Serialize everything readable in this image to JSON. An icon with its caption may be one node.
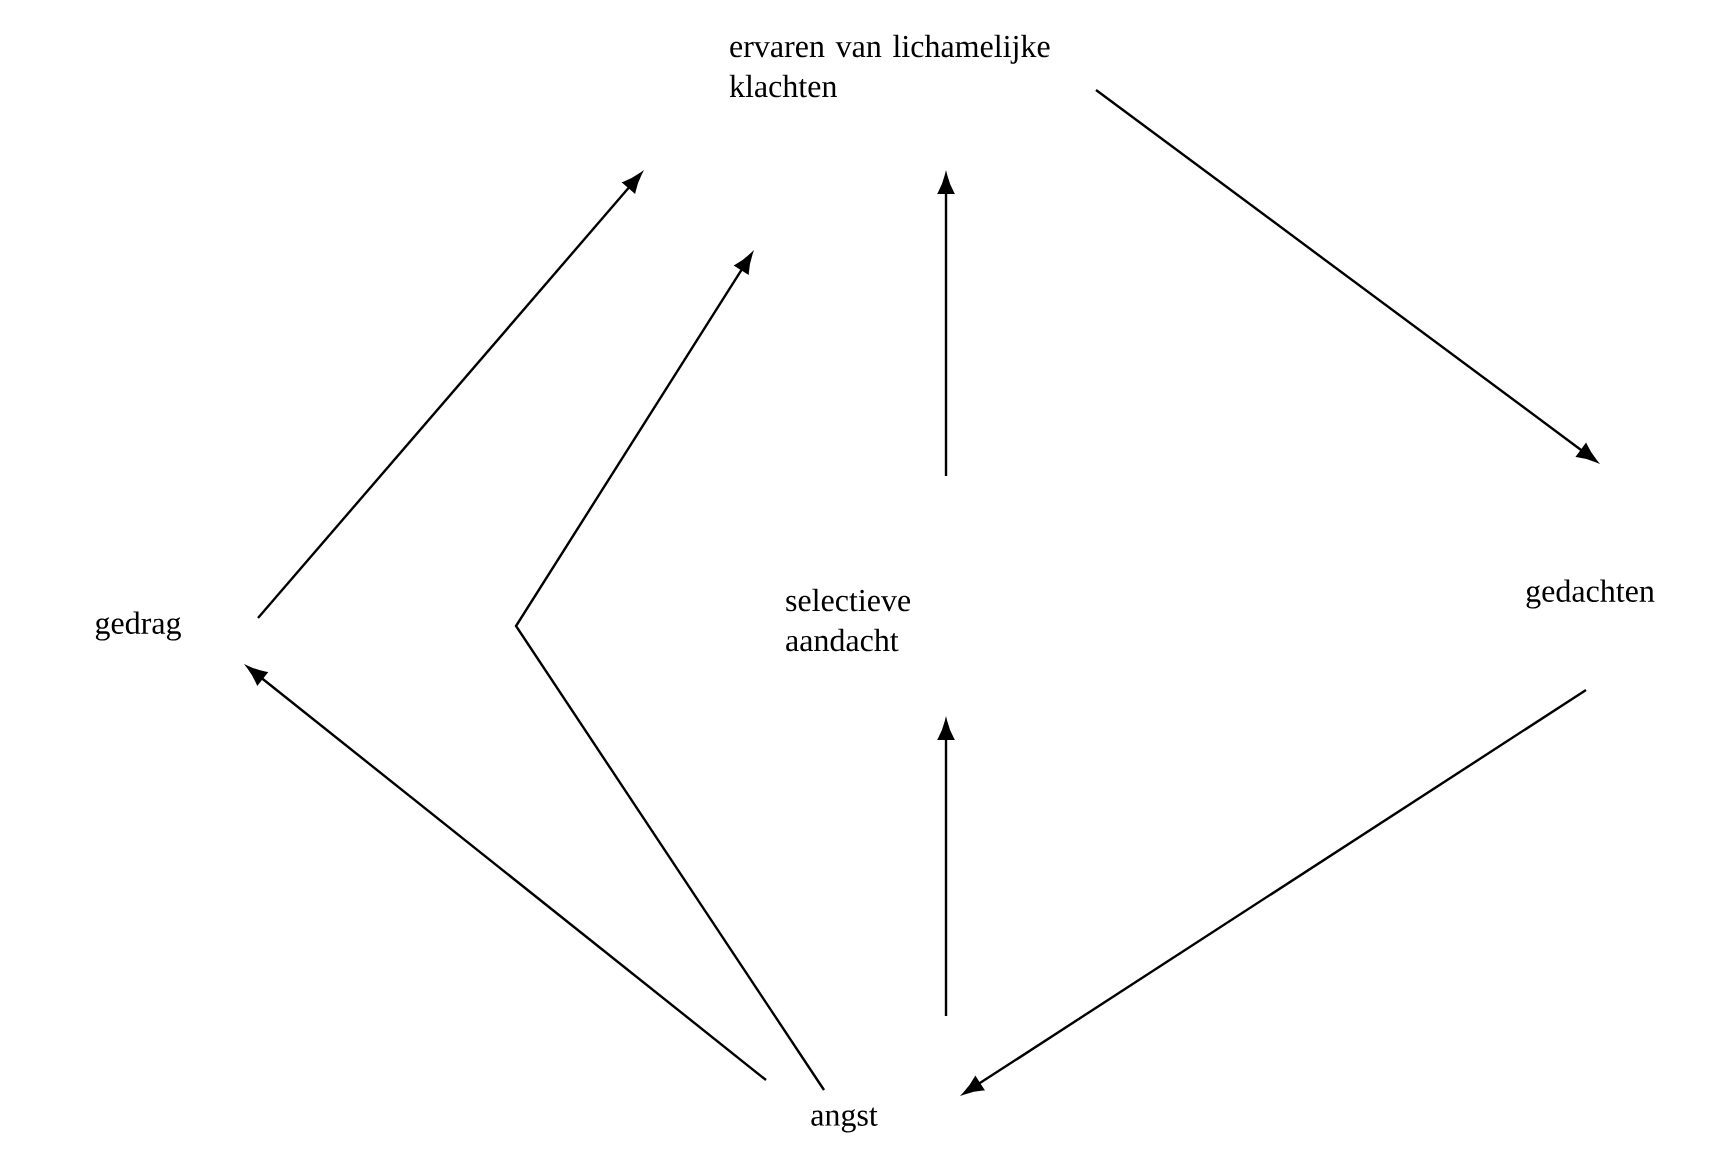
{
  "diagram": {
    "nodes": [
      {
        "text": [
          "ervaren van lichamelijke klachten"
        ]
      },
      {
        "text": [
          "gedrag"
        ]
      },
      {
        "text": [
          "selectieve aandacht"
        ]
      },
      {
        "text": [
          "gedachten"
        ]
      },
      {
        "text": [
          "angst"
        ]
      }
    ],
    "edges": [
      {
        "from": 1,
        "to": 0,
        "arrow": "to"
      },
      {
        "from": 4,
        "to": 0,
        "arrow": "to"
      },
      {
        "from": 2,
        "to": 0,
        "arrow": "to"
      },
      {
        "from": 0,
        "to": 3,
        "arrow": "to"
      },
      {
        "from": 3,
        "to": 4,
        "arrow": "to"
      },
      {
        "from": 4,
        "to": 2,
        "arrow": "to"
      },
      {
        "from": 4,
        "to": 1,
        "arrow": "to"
      }
    ]
  }
}
